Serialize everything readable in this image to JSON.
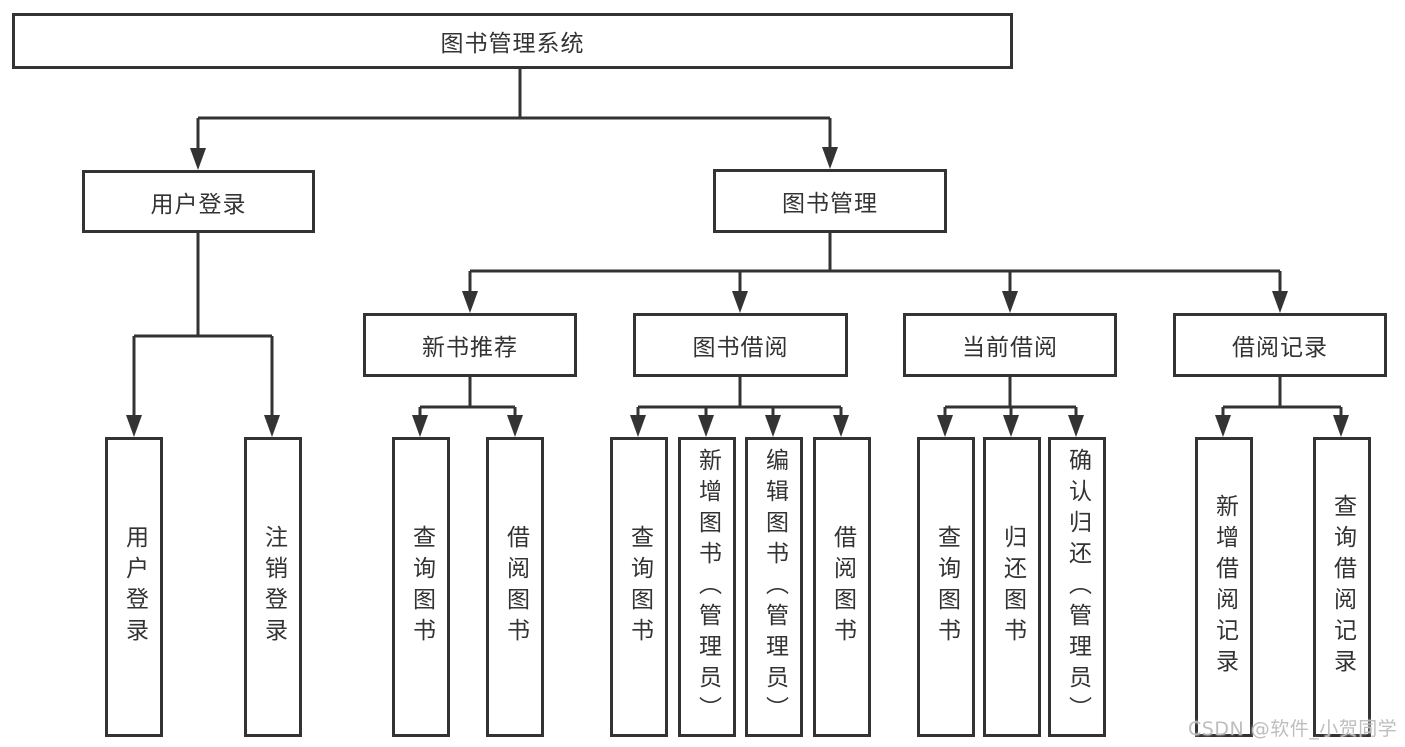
{
  "diagram": {
    "type": "tree",
    "colors": {
      "line": "#333333",
      "box_border": "#333333",
      "text": "#333333",
      "background": "#ffffff",
      "watermark": "#bbbbbb"
    },
    "tree": {
      "label": "图书管理系统",
      "children": [
        {
          "label": "用户登录",
          "children": [
            {
              "label": "用户登录"
            },
            {
              "label": "注销登录"
            }
          ]
        },
        {
          "label": "图书管理",
          "children": [
            {
              "label": "新书推荐",
              "children": [
                {
                  "label": "查询图书"
                },
                {
                  "label": "借阅图书"
                }
              ]
            },
            {
              "label": "图书借阅",
              "children": [
                {
                  "label": "查询图书"
                },
                {
                  "label": "新增图书（管理员）"
                },
                {
                  "label": "编辑图书（管理员）"
                },
                {
                  "label": "借阅图书"
                }
              ]
            },
            {
              "label": "当前借阅",
              "children": [
                {
                  "label": "查询图书"
                },
                {
                  "label": "归还图书"
                },
                {
                  "label": "确认归还（管理员）"
                }
              ]
            },
            {
              "label": "借阅记录",
              "children": [
                {
                  "label": "新增借阅记录"
                },
                {
                  "label": "查询借阅记录"
                }
              ]
            }
          ]
        }
      ]
    },
    "watermark": {
      "text": "CSDN @软件_小贺同学"
    }
  }
}
